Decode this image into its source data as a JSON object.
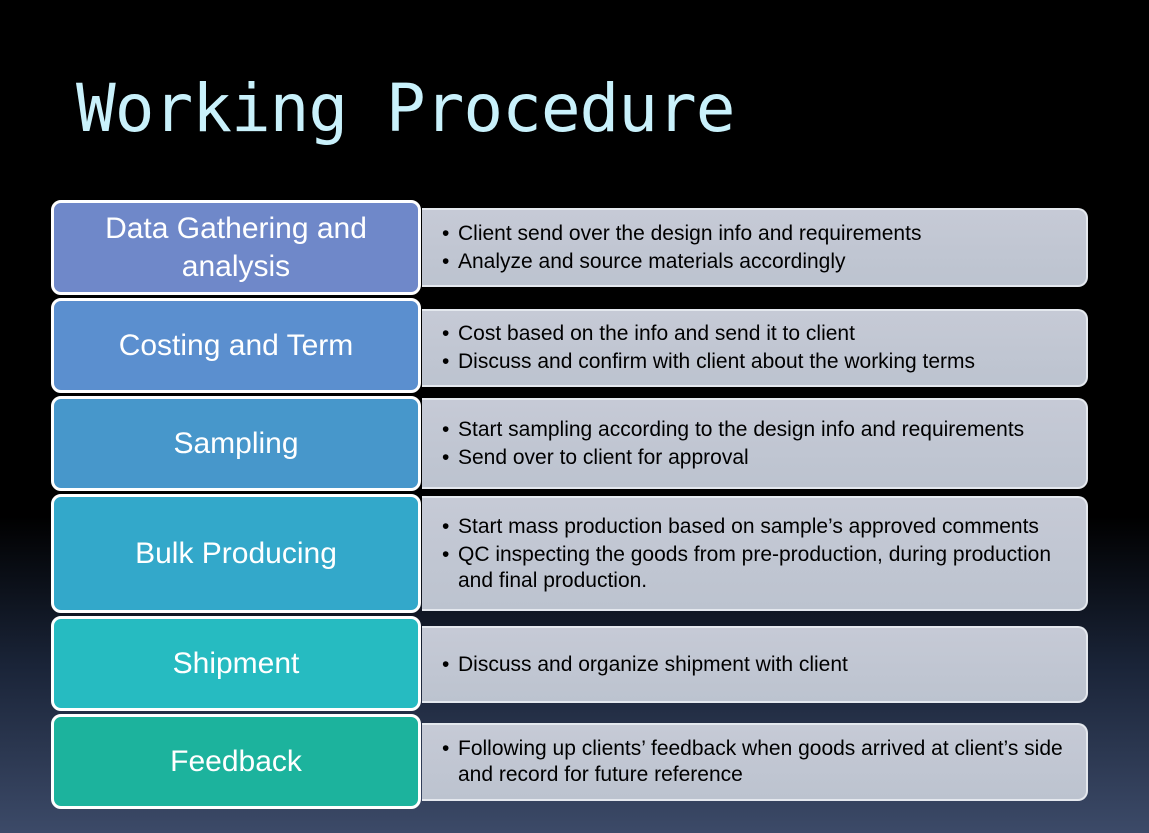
{
  "title": "Working Procedure",
  "colors": {
    "background": "#000000",
    "title_text": "#c9f1fb",
    "description_box": "#c0c6d2"
  },
  "steps": [
    {
      "label": "Data Gathering and analysis",
      "color": "#6f88c9",
      "bullets": [
        "Client send over the design info and requirements",
        "Analyze and source materials accordingly"
      ]
    },
    {
      "label": "Costing and Term",
      "color": "#5b8fcf",
      "bullets": [
        "Cost based on the info and send it to client",
        "Discuss and confirm with client about the working terms"
      ]
    },
    {
      "label": "Sampling",
      "color": "#4797cb",
      "bullets": [
        "Start sampling according to the design info and requirements",
        "Send over to client for approval"
      ]
    },
    {
      "label": "Bulk Producing",
      "color": "#33a8ca",
      "bullets": [
        "Start mass production based on sample’s approved comments",
        "QC inspecting the goods from pre-production, during production and final production."
      ]
    },
    {
      "label": "Shipment",
      "color": "#26bbc1",
      "bullets": [
        "Discuss and organize shipment with client"
      ]
    },
    {
      "label": "Feedback",
      "color": "#1cb39d",
      "bullets": [
        "Following up clients’ feedback when goods arrived at client’s  side and record for future reference"
      ]
    }
  ]
}
